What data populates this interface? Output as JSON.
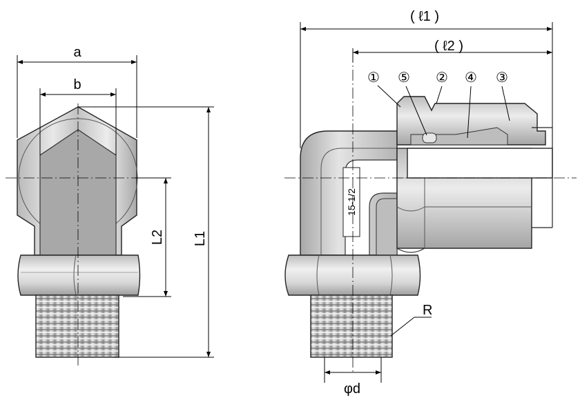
{
  "dimensions": {
    "a": "a",
    "b": "b",
    "L1": "L1",
    "L2": "L2",
    "l1": "( ℓ1 )",
    "l2": "( ℓ2 )",
    "R": "R",
    "phi_d": "φd"
  },
  "part_callouts": [
    "①",
    "⑤",
    "②",
    "④",
    "③"
  ],
  "tube_marking": "15-1/2"
}
